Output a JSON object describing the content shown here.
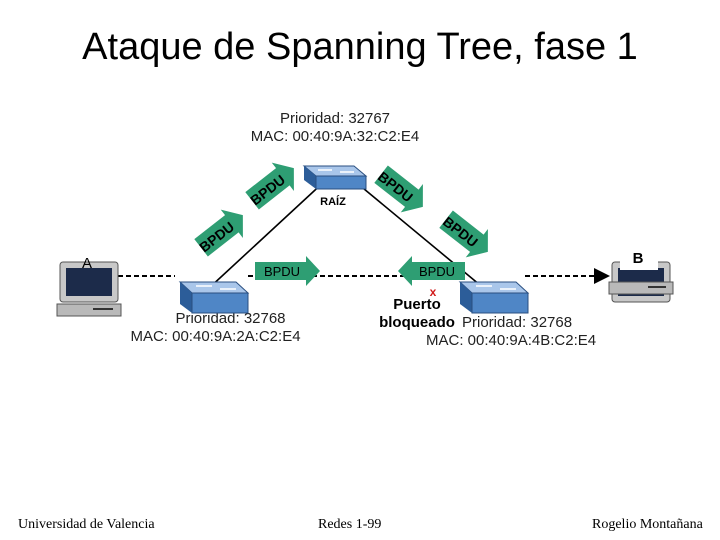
{
  "title": "Ataque de Spanning Tree, fase 1",
  "root_switch": {
    "priority": "Prioridad: 32767",
    "mac": "MAC: 00:40:9A:32:C2:E4",
    "label": "RAÍZ"
  },
  "left_switch": {
    "priority": "Prioridad: 32768",
    "mac": "MAC: 00:40:9A:2A:C2:E4"
  },
  "right_switch": {
    "priority": "Prioridad: 32768",
    "mac": "MAC: 00:40:9A:4B:C2:E4"
  },
  "host_a": {
    "label": "A"
  },
  "host_b": {
    "label": "B"
  },
  "bpdu_label": "BPDU",
  "blocked_port": {
    "marker": "x",
    "line1": "Puerto",
    "line2": "bloqueado"
  },
  "footer": {
    "left": "Universidad de Valencia",
    "center": "Redes 1-99",
    "right": "Rogelio Montañana"
  },
  "colors": {
    "arrow_green": "#2e9e73",
    "switch_blue": "#4f86c6",
    "blocked_red": "#d11a1a",
    "host_gray": "#c8c8c8"
  }
}
